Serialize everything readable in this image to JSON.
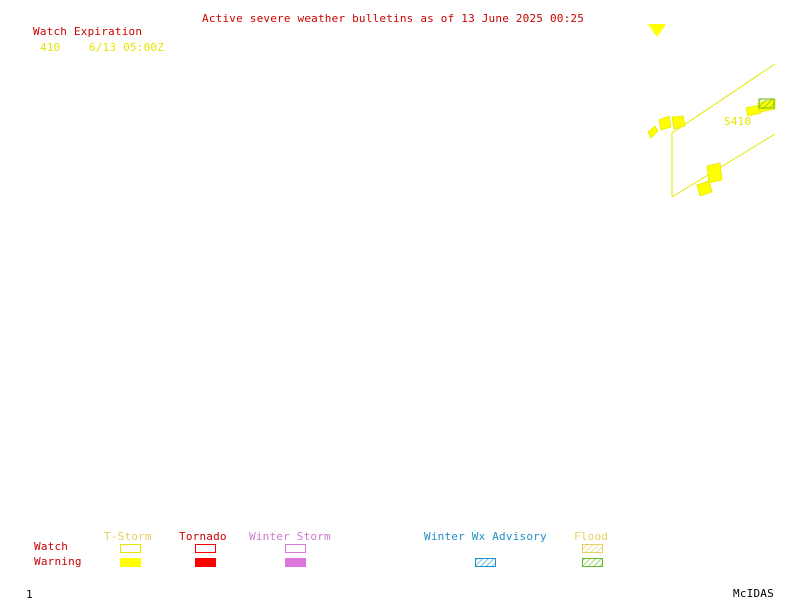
{
  "header": {
    "title": "Active severe weather bulletins as of 13 June 2025 00:25"
  },
  "watch_expiration": {
    "heading": "Watch Expiration",
    "rows": [
      {
        "watch_number": "410",
        "expires": "6/13 05:00Z"
      }
    ]
  },
  "map": {
    "watch_box_label": "S410",
    "colors": {
      "watch_outline": "#e6e600",
      "tstorm_warning_fill": "#ffff00",
      "flood_hatch": "#66bb22"
    }
  },
  "legend": {
    "row_labels": {
      "watch": "Watch",
      "warning": "Warning"
    },
    "categories": [
      {
        "name": "T-Storm",
        "color": "#ffff00",
        "watch": "outline",
        "warning": "filled"
      },
      {
        "name": "Tornado",
        "color": "#ff0000",
        "watch": "outline",
        "warning": "filled"
      },
      {
        "name": "Winter Storm",
        "color": "#dd77dd",
        "watch": "outline",
        "warning": "filled"
      },
      {
        "name": "Winter Wx Advisory",
        "color": "#1e90c8",
        "watch": "none",
        "warning": "hatched"
      },
      {
        "name": "Flood",
        "color": "#e6d060",
        "warning_color": "#66bb22",
        "watch": "hatched",
        "warning": "hatched"
      }
    ]
  },
  "footer": {
    "frame_number": "1",
    "branding": "McIDAS"
  }
}
